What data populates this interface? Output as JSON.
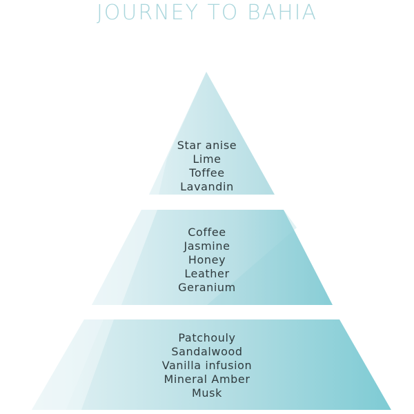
{
  "title": "JOURNEY TO BAHIA",
  "colors": {
    "title": "#a9d6dc",
    "tier_light": "#e4f1f4",
    "tier_dark": "#7ecbd4",
    "text": "#2f3a3d"
  },
  "tiers": [
    {
      "notes": [
        "Star anise",
        "Lime",
        "Toffee",
        "Lavandin"
      ]
    },
    {
      "notes": [
        "Coffee",
        "Jasmine",
        "Honey",
        "Leather",
        "Geranium"
      ]
    },
    {
      "notes": [
        "Patchouly",
        "Sandalwood",
        "Vanilla infusion",
        "Mineral Amber",
        "Musk"
      ]
    }
  ]
}
